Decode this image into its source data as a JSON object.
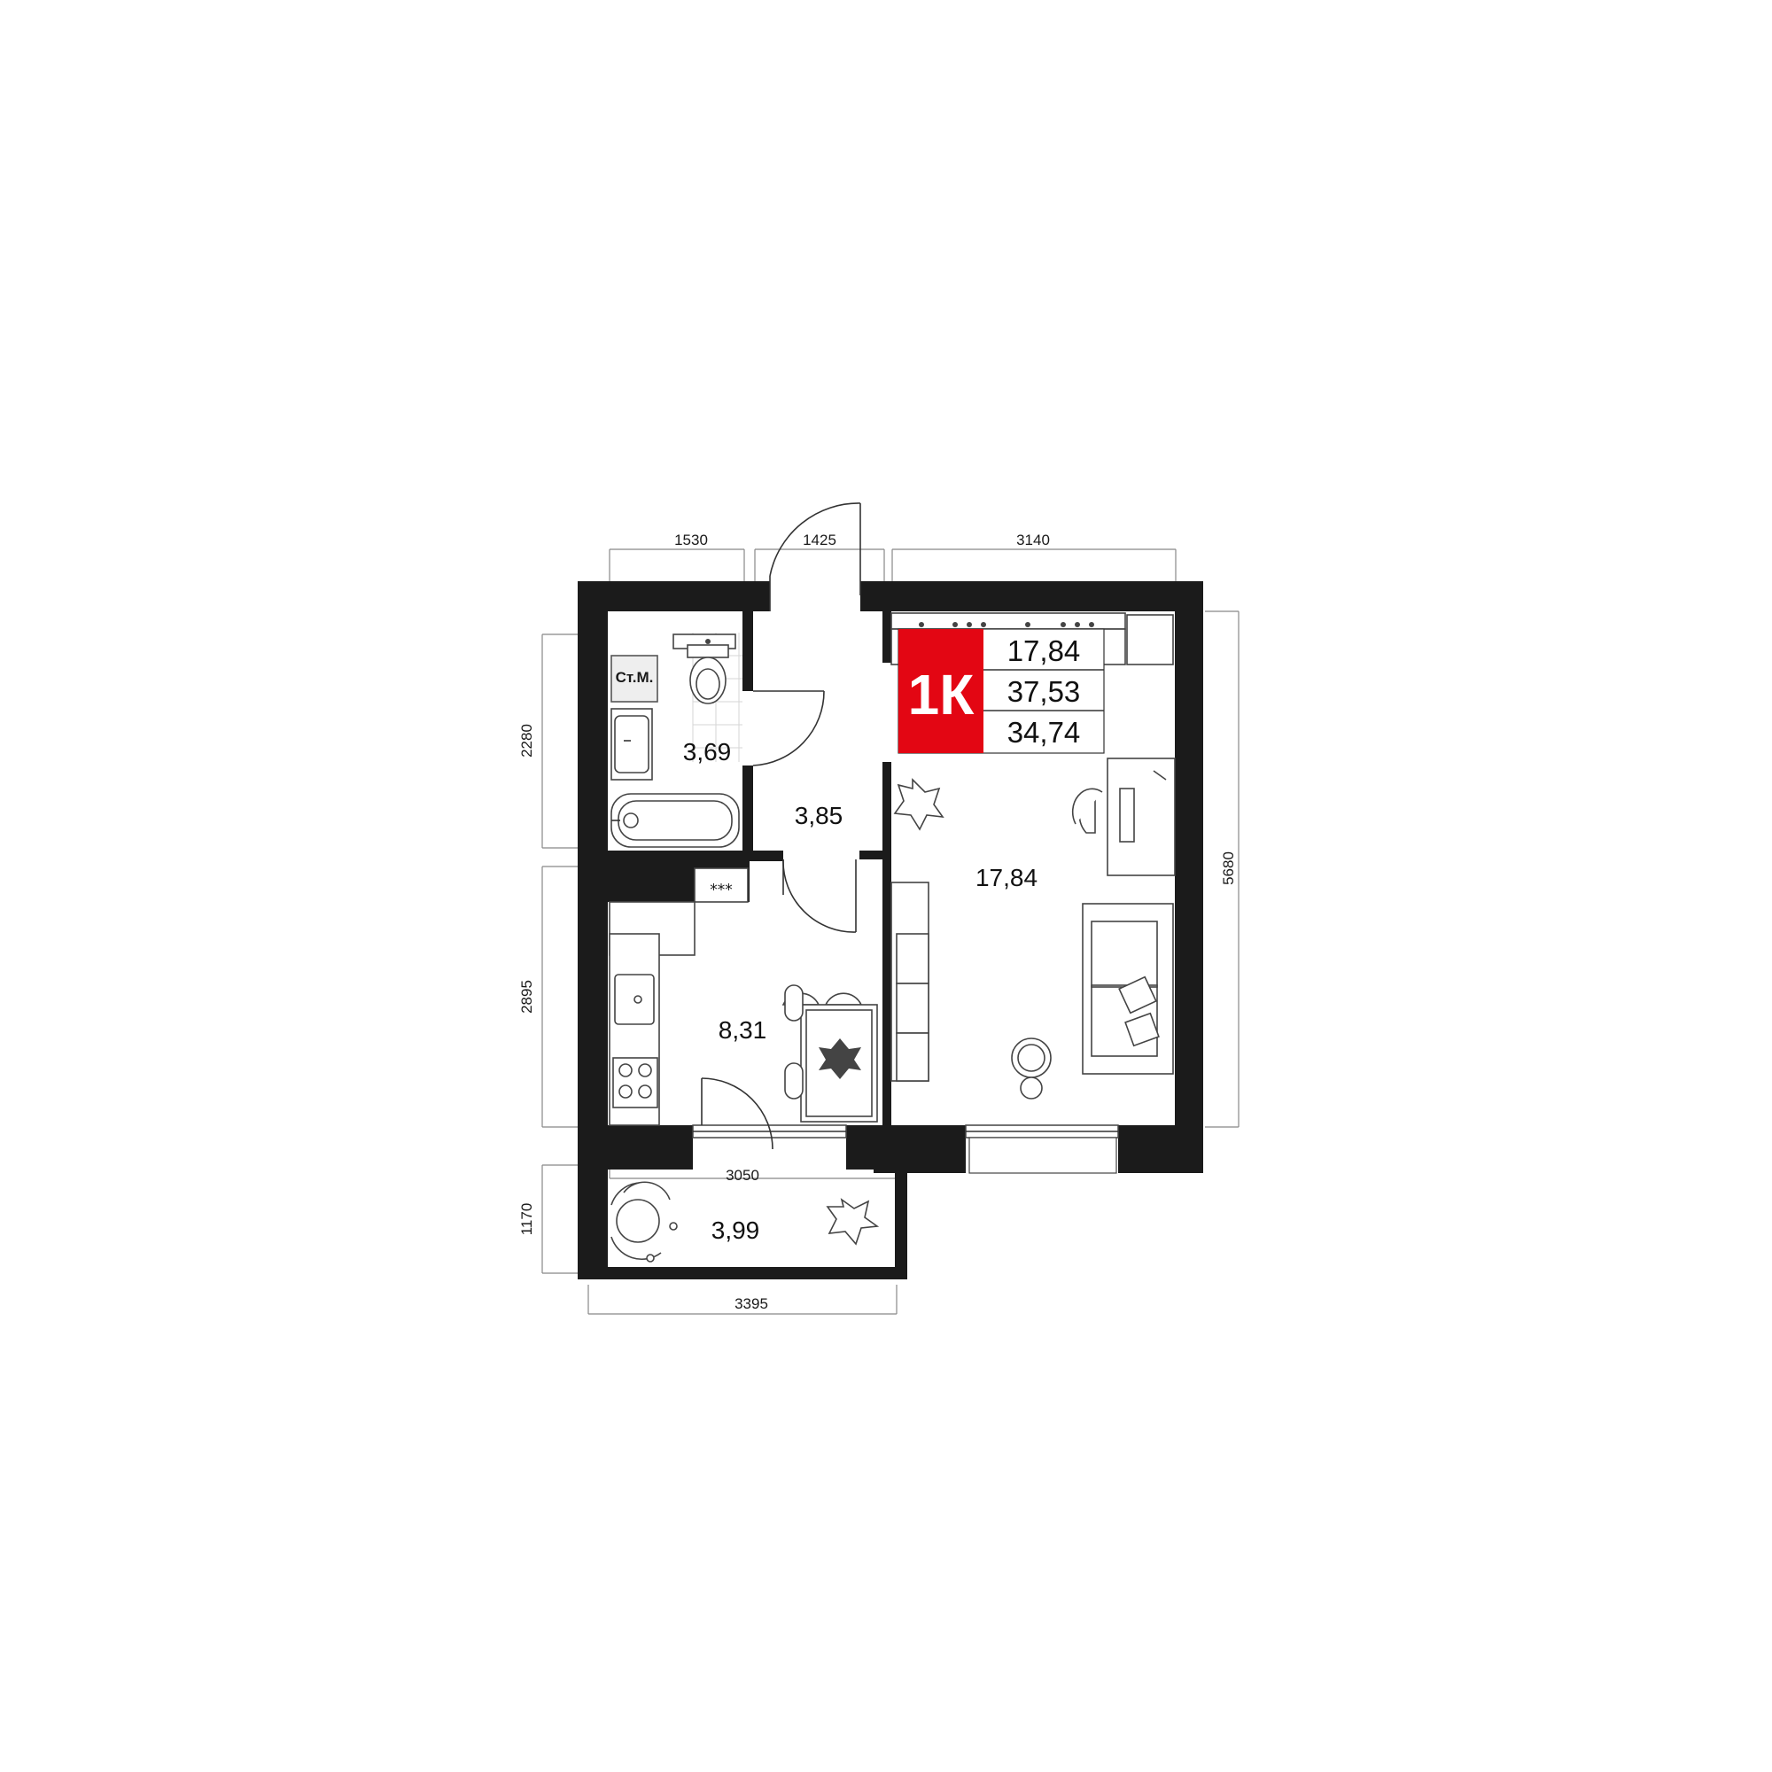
{
  "apartment": {
    "type_code": "1К",
    "living_area": "17,84",
    "total_area": "37,53",
    "area_without_balcony": "34,74",
    "accent_color": "#e30613"
  },
  "rooms": {
    "bathroom": "3,69",
    "hallway": "3,85",
    "living_room": "17,84",
    "kitchen": "8,31",
    "balcony": "3,99"
  },
  "labels": {
    "washing_machine": "Ст.М.",
    "ventilation": "⁎⁎⁎"
  },
  "dimensions": {
    "top_left": "1530",
    "top_middle": "1425",
    "top_right": "3140",
    "left_upper": "2280",
    "left_lower": "2895",
    "left_balcony": "1170",
    "right": "5680",
    "balcony_inner": "3050",
    "balcony_outer": "3395"
  }
}
